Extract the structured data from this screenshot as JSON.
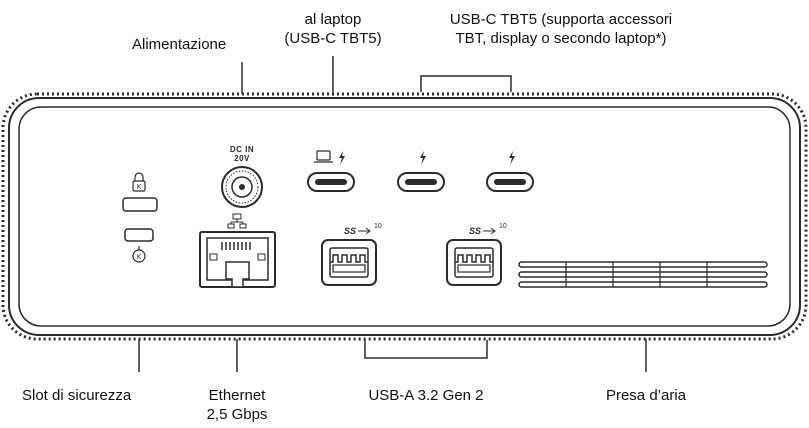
{
  "labels": {
    "power": "Alimentazione",
    "laptop_line1": "al laptop",
    "laptop_line2": "(USB-C TBT5)",
    "tbt5_line1": "USB-C TBT5 (supporta accessori",
    "tbt5_line2": "TBT, display o secondo laptop*)",
    "security": "Slot di sicurezza",
    "ethernet_line1": "Ethernet",
    "ethernet_line2": "2,5 Gbps",
    "usba": "USB-A 3.2 Gen 2",
    "vent": "Presa d’aria"
  },
  "port_markings": {
    "dc_line1": "DC IN",
    "dc_line2": "20V",
    "usb_superspeed": "SS",
    "usb_speed": "10"
  },
  "colors": {
    "outline": "#2b2b2b",
    "port_fill": "#f2f2f2",
    "background": "#ffffff",
    "text": "#111111"
  }
}
